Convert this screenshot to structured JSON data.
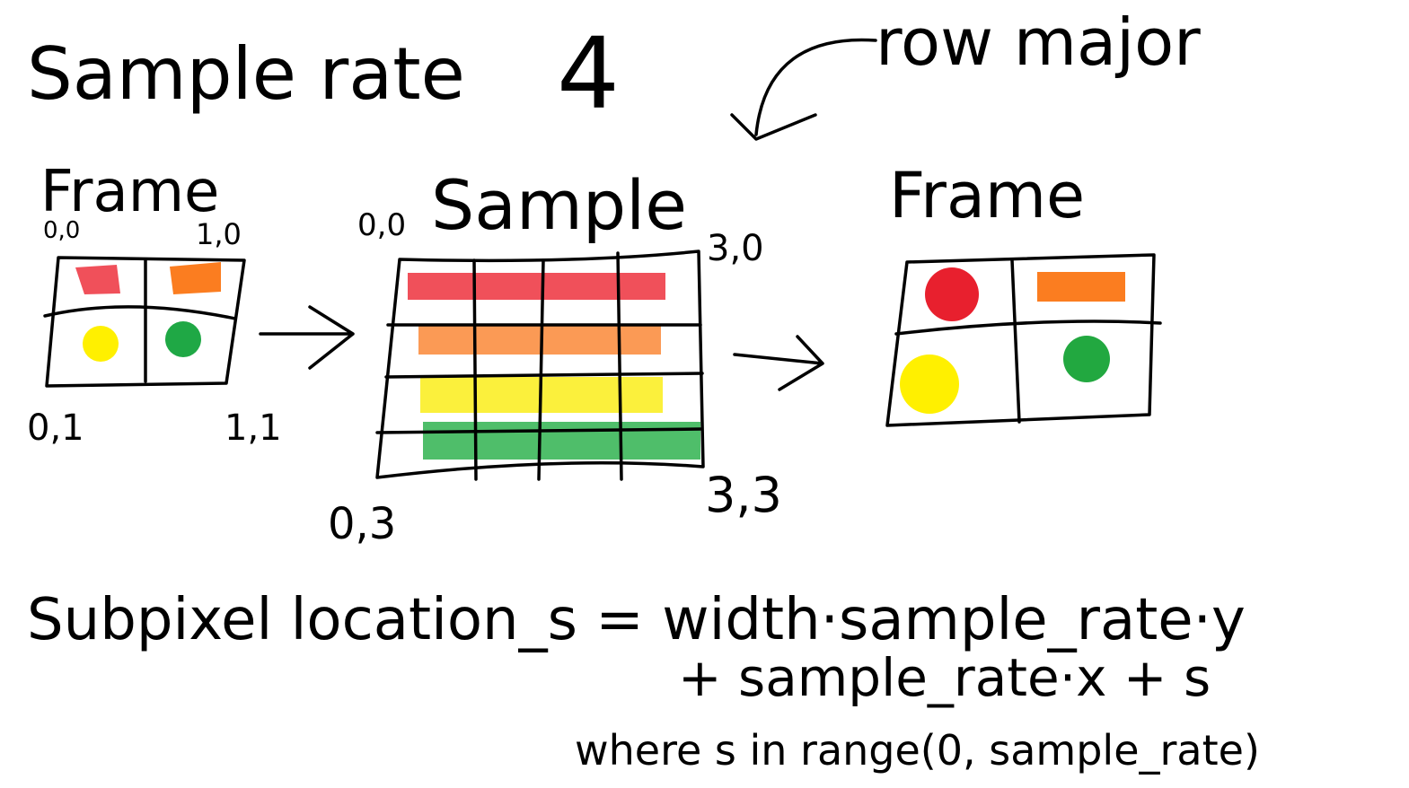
{
  "heading": {
    "sample_rate_label": "Sample rate",
    "sample_rate_value": "4",
    "ordering_label": "row major"
  },
  "left_frame": {
    "title": "Frame",
    "corner_top_left": "0,0",
    "corner_top_right": "1,0",
    "corner_bottom_left": "0,1",
    "corner_bottom_right": "1,1",
    "cells": [
      {
        "color": "#f0505a",
        "shape": "square"
      },
      {
        "color": "#fb7d20",
        "shape": "square"
      },
      {
        "color": "#fff000",
        "shape": "circle"
      },
      {
        "color": "#1fa845",
        "shape": "circle"
      }
    ]
  },
  "sample_grid": {
    "title": "Sample",
    "corner_top_left": "0,0",
    "corner_top_right": "3,0",
    "corner_bottom_left": "0,3",
    "corner_bottom_right": "3,3",
    "rows": [
      {
        "color": "#f0505a"
      },
      {
        "color": "#fb9a55"
      },
      {
        "color": "#fbf03c"
      },
      {
        "color": "#4fbe6a"
      }
    ]
  },
  "right_frame": {
    "title": "Frame",
    "cells": [
      {
        "color": "#e8202e",
        "shape": "circle"
      },
      {
        "color": "#fb7d20",
        "shape": "square"
      },
      {
        "color": "#fff000",
        "shape": "circle"
      },
      {
        "color": "#22a840",
        "shape": "circle"
      }
    ]
  },
  "formula": {
    "line1": "Subpixel location_s = width·sample_rate·y",
    "line2": "+ sample_rate·x + s",
    "line3": "where s in range(0, sample_rate)"
  }
}
